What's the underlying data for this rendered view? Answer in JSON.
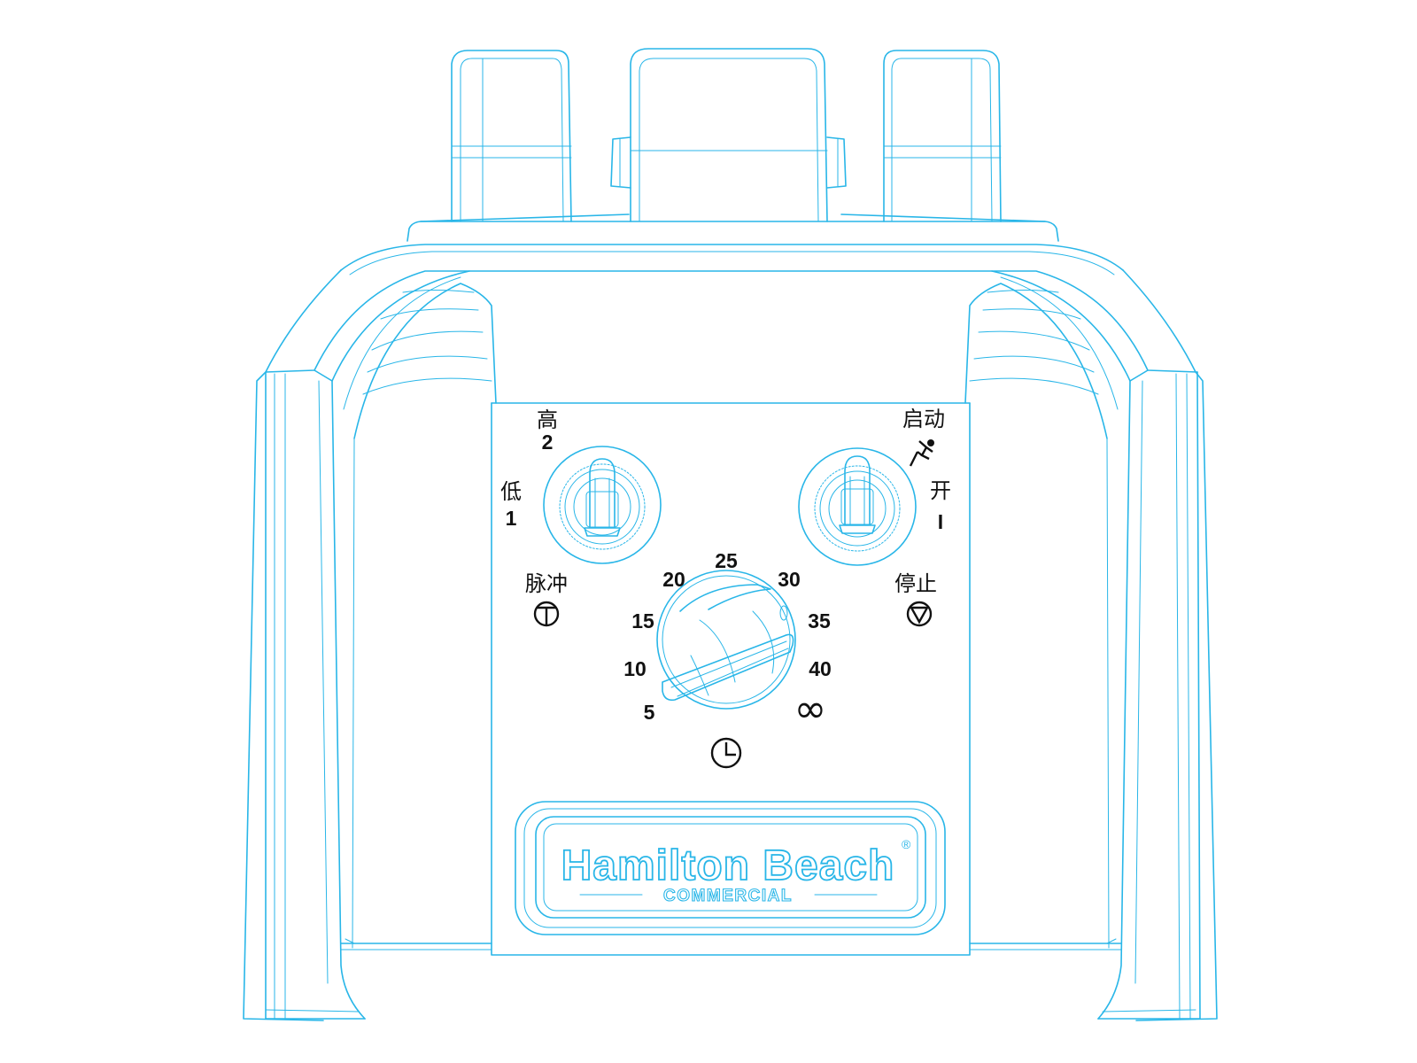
{
  "labels": {
    "high": "高",
    "high_num": "2",
    "low": "低",
    "low_num": "1",
    "pulse": "脉冲",
    "start": "启动",
    "on": "开",
    "on_mark": "I",
    "stop": "停止"
  },
  "timer": {
    "marks": [
      "5",
      "10",
      "15",
      "20",
      "25",
      "30",
      "35",
      "40"
    ],
    "continuous": "∞"
  },
  "brand": {
    "name": "Hamilton Beach",
    "registered": "®",
    "line": "COMMERCIAL"
  },
  "icons": [
    "pulse-icon",
    "start-icon",
    "stop-icon",
    "timer-clock-icon"
  ],
  "colors": {
    "line": "#29b6e8",
    "text": "#111111"
  }
}
